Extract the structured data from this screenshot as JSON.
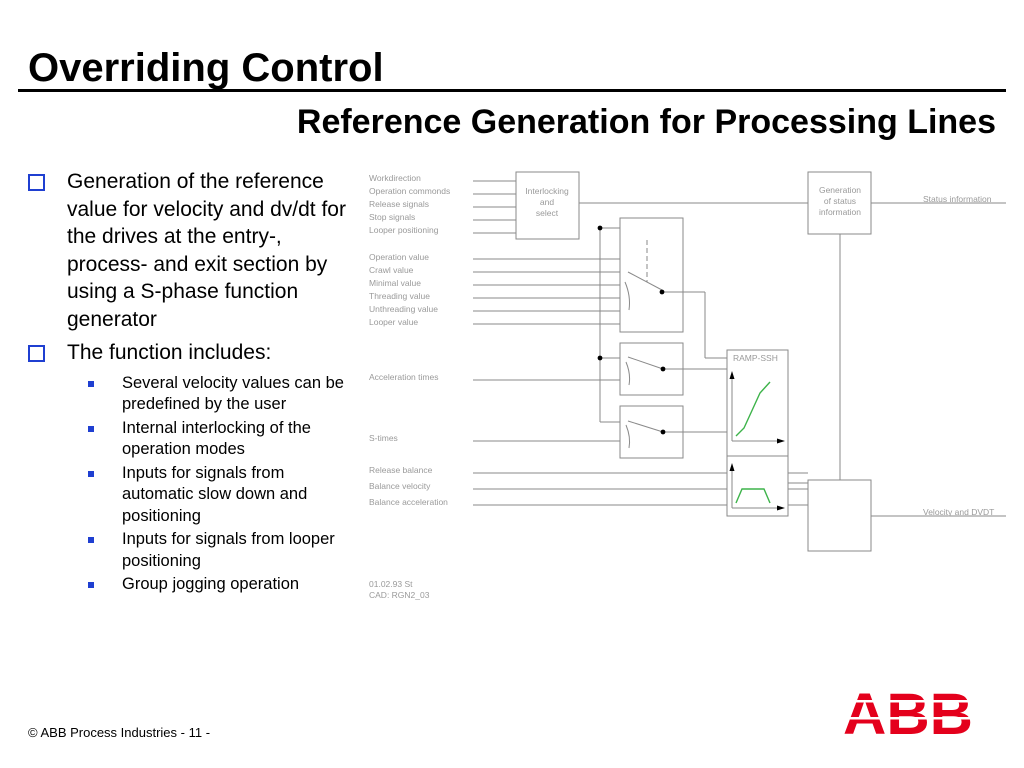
{
  "slide": {
    "title": "Overriding Control",
    "subtitle": "Reference Generation for Processing Lines",
    "footer": "© ABB Process Industries - 11 -",
    "logo_text": "ABB",
    "logo_color": "#e4001c",
    "bullet_color": "#1f3fd1"
  },
  "bullets": {
    "main1": "Generation of the reference value for velocity and dv/dt for the drives at the entry-, process- and exit section by using a S-phase function generator",
    "main2": "The function includes:",
    "sub": [
      "Several velocity values can be predefined by the user",
      "Internal interlocking of the operation modes",
      "Inputs for signals from automatic slow down and positioning",
      "Inputs for signals from looper positioning",
      "Group jogging operation"
    ]
  },
  "diagram": {
    "inputs": {
      "workdirection": "Workdirection",
      "operation_commands": "Operation commonds",
      "release_signals": "Release signals",
      "stop_signals": "Stop signals",
      "looper_positioning": "Looper positioning",
      "operation_value": "Operation value",
      "crawl_value": "Crawl value",
      "minimal_value": "Minimal value",
      "threading_value": "Threading value",
      "unthreading_value": "Unthreading value",
      "looper_value": "Looper value",
      "acceleration_times": "Acceleration times",
      "s_times": "S-times",
      "release_balance": "Release balance",
      "balance_velocity": "Balance velocity",
      "balance_acceleration": "Balance acceleration"
    },
    "blocks": {
      "interlocking": [
        "Interlocking",
        "and",
        "select"
      ],
      "generation": [
        "Generation",
        "of status",
        "information"
      ],
      "ramp": "RAMP-SSH"
    },
    "outputs": {
      "status_information": "Status information",
      "velocity_and_dvdt": "Velocity and DVDT"
    },
    "stamp": [
      "01.02.93 St",
      "CAD: RGN2_03"
    ],
    "ramp_curve_color": "#3db34a"
  }
}
